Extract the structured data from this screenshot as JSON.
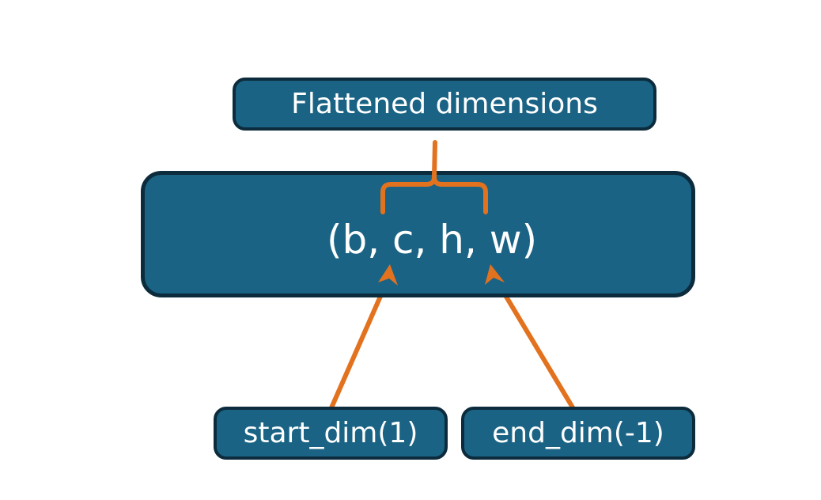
{
  "diagram": {
    "title_box": {
      "label": "Flattened dimensions"
    },
    "shape_box": {
      "label": "(b, c, h, w)"
    },
    "start_box": {
      "label": "start_dim(1)"
    },
    "end_box": {
      "label": "end_dim(-1)"
    },
    "colors": {
      "box_fill": "#1A6384",
      "box_border": "#0C2B3C",
      "connector": "#E3721F",
      "label_text": "#FFFFFF",
      "background": "#FFFFFF"
    },
    "connectors": {
      "brace_name": "curly-brace-up",
      "arrow_left_name": "arrow-start-dim",
      "arrow_right_name": "arrow-end-dim"
    }
  }
}
